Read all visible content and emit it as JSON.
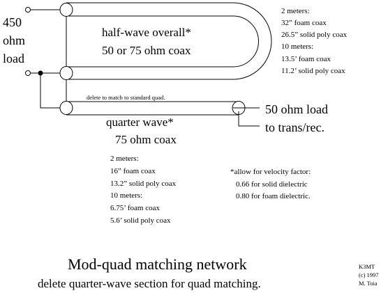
{
  "load_label": {
    "line1": "450",
    "line2": "ohm",
    "line3": "load"
  },
  "half_wave": {
    "line1": "half-wave overall*",
    "line2": "50 or 75 ohm coax"
  },
  "half_wave_lengths": {
    "l1": "2 meters:",
    "l2": "32” foam coax",
    "l3": "26.5” solid poly coax",
    "l4": "10 meters:",
    "l5": "13.5’ foam coax",
    "l6": "11.2’ solid poly coax"
  },
  "delete_note": "delete to match to standard quad.",
  "output": {
    "line1": "50 ohm load",
    "line2": "to trans/rec."
  },
  "quarter_wave": {
    "line1": "quarter wave*",
    "line2": "75 ohm coax"
  },
  "quarter_wave_lengths": {
    "l1": "2 meters:",
    "l2": "16” foam coax",
    "l3": "13.2” solid poly coax",
    "l4": "10 meters:",
    "l5": "6.75’ foam coax",
    "l6": "5.6’ solid poly coax"
  },
  "velocity_note": {
    "l1": "*allow for velocity factor:",
    "l2": "0.66 for solid dielectric",
    "l3": "0.80 for foam dielectric."
  },
  "title": "Mod-quad matching network",
  "subtitle": "delete quarter-wave section for quad matching.",
  "credit": {
    "l1": "K3MT",
    "l2": "(c) 1997",
    "l3": "M. Toia"
  }
}
